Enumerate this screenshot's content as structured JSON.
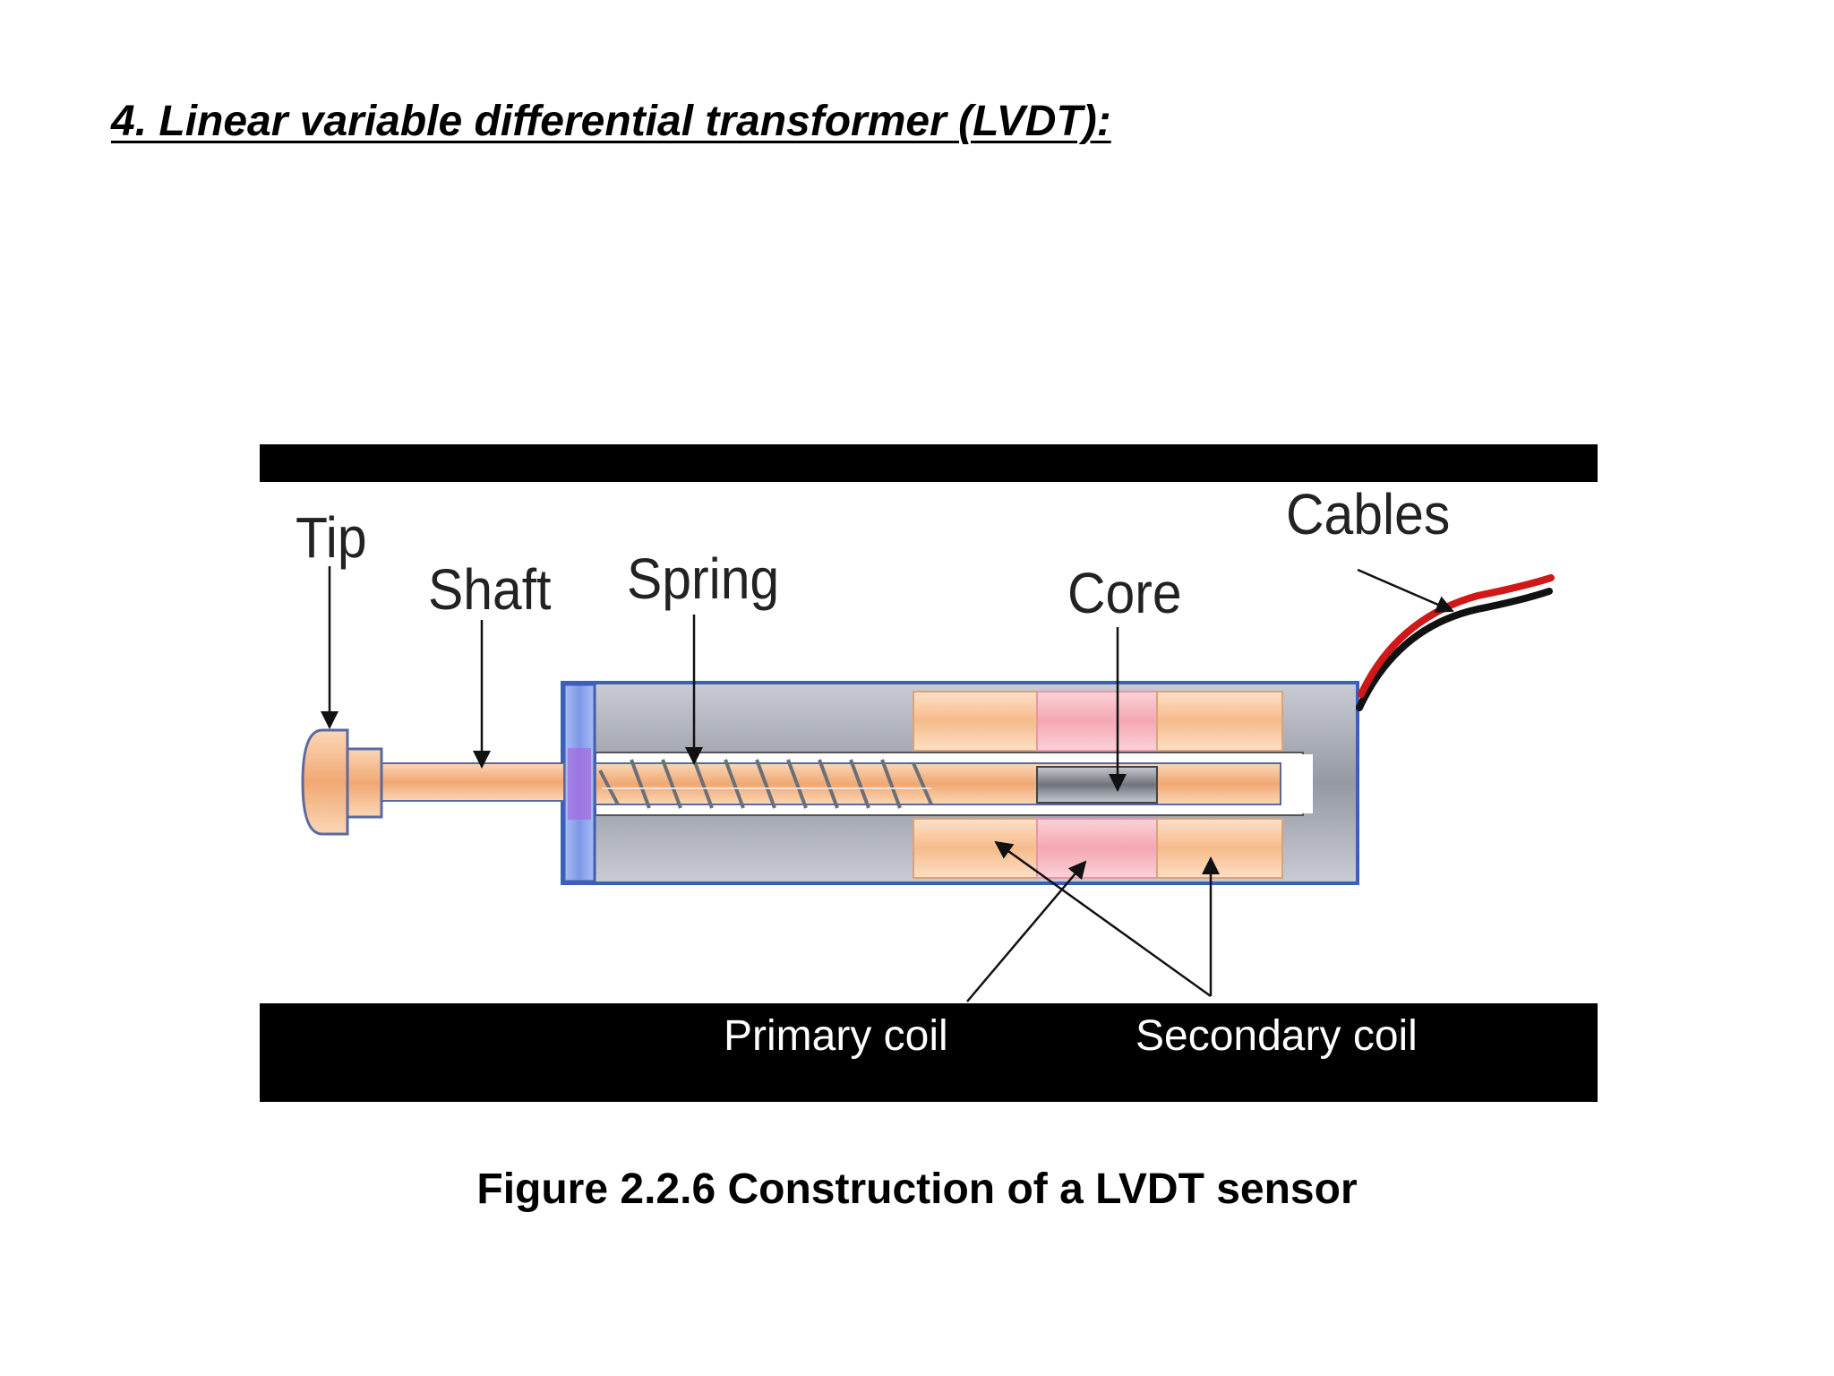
{
  "section": {
    "heading": "4. Linear variable differential transformer (LVDT):"
  },
  "diagram": {
    "labels": {
      "tip": "Tip",
      "shaft": "Shaft",
      "spring": "Spring",
      "core": "Core",
      "cables": "Cables",
      "primary_coil": "Primary coil",
      "secondary_coil": "Secondary coil"
    },
    "colors": {
      "coil": "#f8c8a0",
      "primary_coil": "#f8b8c0",
      "housing": "#a8adb8",
      "end_cap": "#8fa8e8",
      "shaft": "#f5b88a",
      "cable_red": "#d01818",
      "cable_black": "#111111"
    }
  },
  "figure": {
    "caption": "Figure 2.2.6 Construction of a LVDT sensor"
  }
}
